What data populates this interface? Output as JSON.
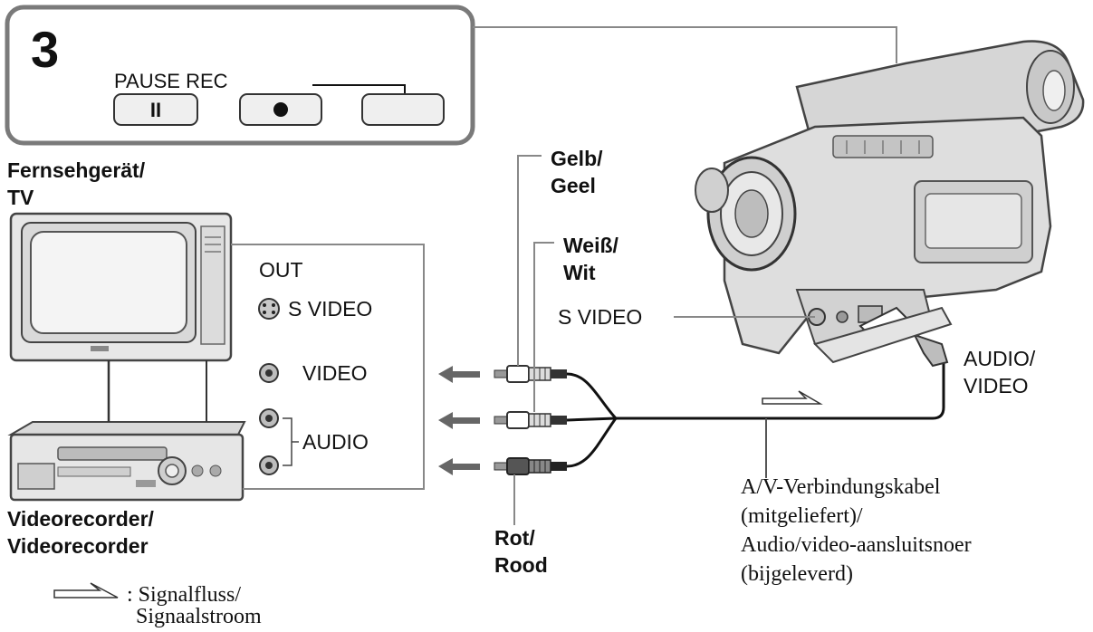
{
  "step": {
    "number": "3",
    "pause_rec_label": "PAUSE REC",
    "pause_symbol": "II"
  },
  "devices": {
    "tv_label_line1": "Fernsehgerät/",
    "tv_label_line2": "TV",
    "vcr_label_line1": "Videorecorder/",
    "vcr_label_line2": "Videorecorder"
  },
  "jacks": {
    "out": "OUT",
    "s_video": "S VIDEO",
    "video": "VIDEO",
    "audio": "AUDIO"
  },
  "plugs": {
    "yellow_line1": "Gelb/",
    "yellow_line2": "Geel",
    "white_line1": "Weiß/",
    "white_line2": "Wit",
    "red_line1": "Rot/",
    "red_line2": "Rood"
  },
  "camcorder": {
    "s_video_label": "S VIDEO",
    "av_label_line1": "AUDIO/",
    "av_label_line2": "VIDEO"
  },
  "cable": {
    "line1": "A/V-Verbindungskabel",
    "line2": "(mitgeliefert)/",
    "line3": "Audio/video-aansluitsnoer",
    "line4": "(bijgeleverd)"
  },
  "legend": {
    "line1": ": Signalfluss/",
    "line2": "Signaalstroom"
  }
}
